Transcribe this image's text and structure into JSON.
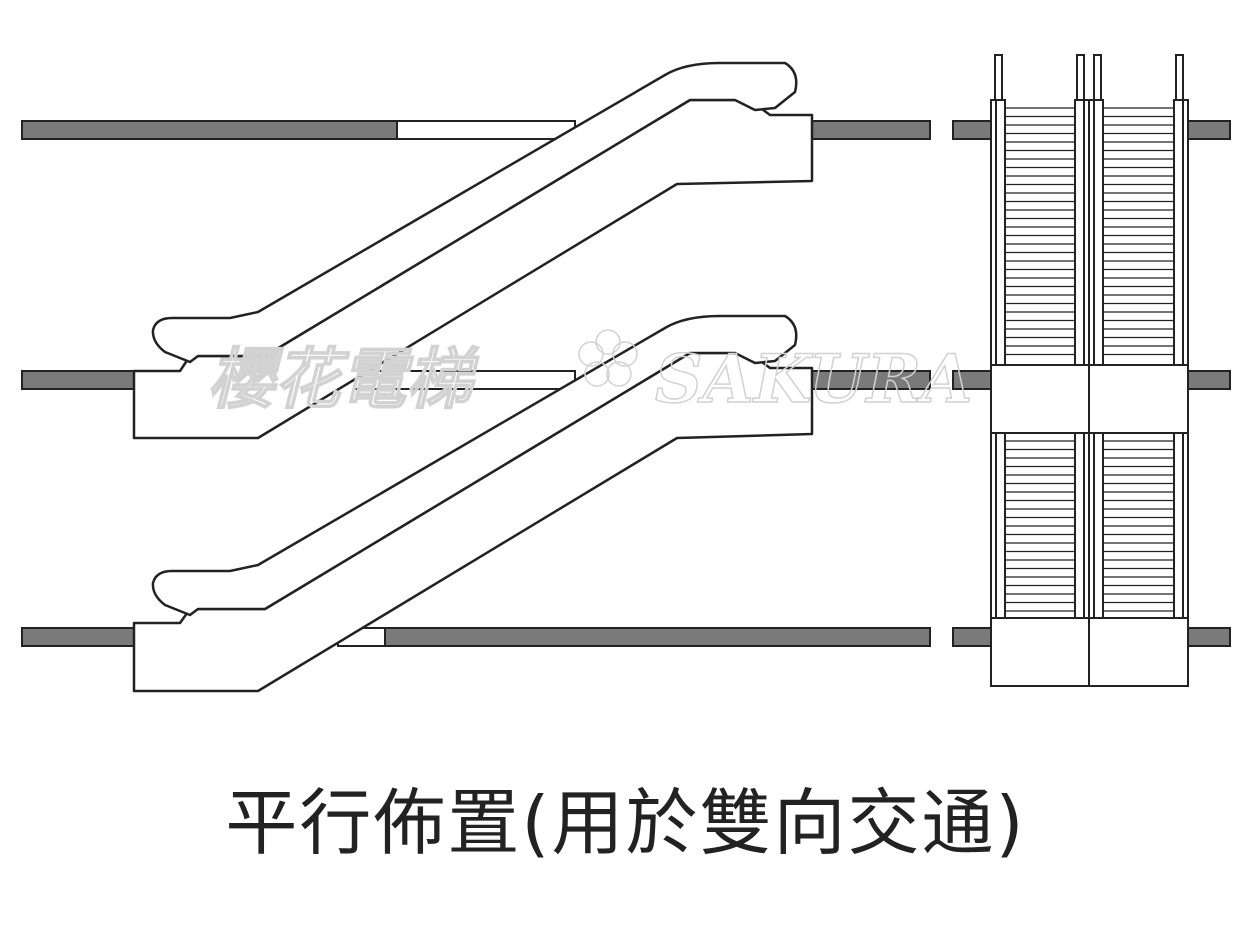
{
  "caption": "平行佈置(用於雙向交通)",
  "watermark": {
    "chinese": "櫻花電梯",
    "brand": "SAKURA"
  },
  "colors": {
    "floor_slab": "#7a7a7a",
    "outline": "#222222",
    "watermark": "#d2d2d2"
  }
}
